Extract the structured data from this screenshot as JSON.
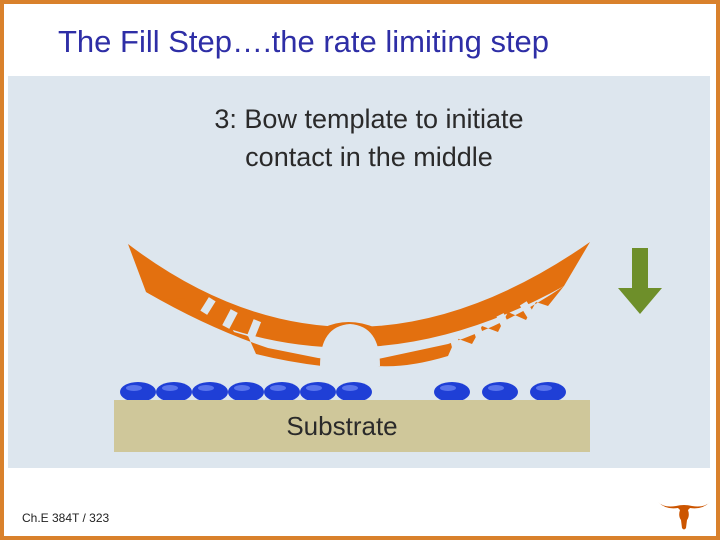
{
  "slide": {
    "title": "The Fill Step….the rate limiting step",
    "footer": "Ch.E 384T / 323"
  },
  "figure": {
    "caption_line1": "3: Bow template to initiate",
    "caption_line2": "contact in the middle",
    "substrate_label": "Substrate",
    "template_color": "#e3700f",
    "droplet_color": "#1f3fd6",
    "substrate_color": "#cfc79a",
    "arrow_color": "#6e8f2a"
  },
  "logo": {
    "icon": "longhorn-icon",
    "color": "#cc5500"
  }
}
